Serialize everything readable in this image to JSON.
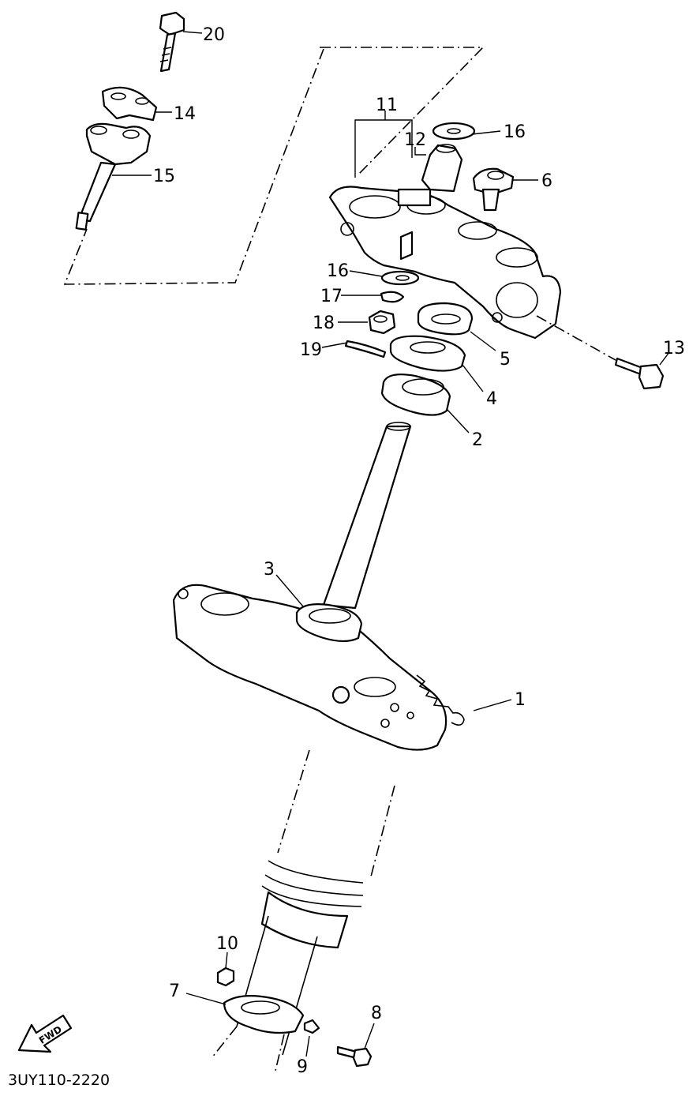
{
  "diagram": {
    "part_labels": {
      "p1": "1",
      "p2": "2",
      "p3": "3",
      "p4": "4",
      "p5": "5",
      "p6": "6",
      "p7": "7",
      "p8": "8",
      "p9": "9",
      "p10": "10",
      "p11": "11",
      "p12": "12",
      "p13": "13",
      "p14": "14",
      "p15": "15",
      "p16a": "16",
      "p16b": "16",
      "p17": "17",
      "p18": "18",
      "p19": "19",
      "p20": "20"
    },
    "figure_code": "3UY110-2220",
    "direction_badge": "FWD"
  }
}
